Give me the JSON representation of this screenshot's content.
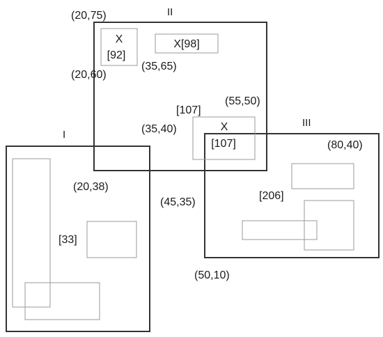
{
  "regions": {
    "I": "I",
    "II": "II",
    "III": "III"
  },
  "coordinates": {
    "c_20_75": "(20,75)",
    "c_20_60": "(20,60)",
    "c_35_65": "(35,65)",
    "c_55_50": "(55,50)",
    "c_35_40": "(35,40)",
    "c_20_38": "(20,38)",
    "c_45_35": "(45,35)",
    "c_80_40": "(80,40)",
    "c_50_10": "(50,10)"
  },
  "boxes": {
    "box_92": {
      "line1": "X",
      "line2": "[92]"
    },
    "box_98": {
      "line1": "X[98]"
    },
    "box_107": {
      "line1": "X",
      "line2": "[107]"
    }
  },
  "ids": {
    "id_107": "[107]",
    "id_206": "[206]",
    "id_33": "[33]"
  }
}
